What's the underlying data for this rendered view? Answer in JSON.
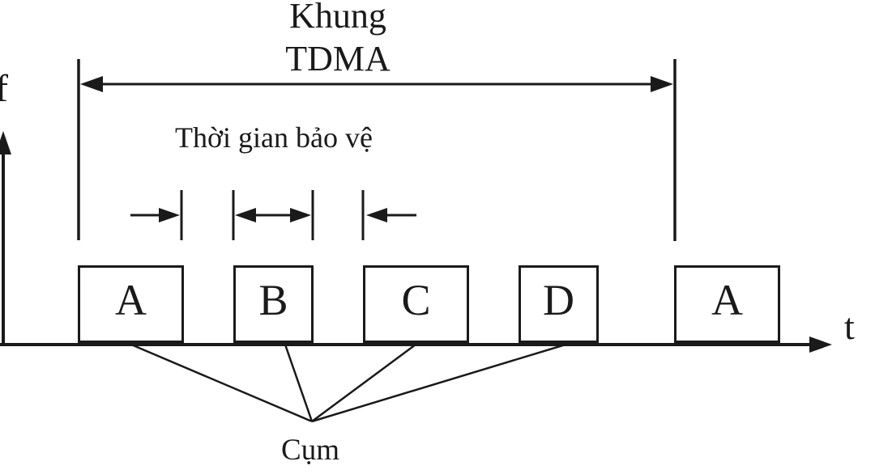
{
  "figure": {
    "title": "Khung\nTDMA",
    "y_axis_label": "f",
    "x_axis_label": "t",
    "guard_time_label": "Thời gian bảo vệ",
    "burst_label": "Cụm",
    "slots": [
      {
        "label": "A"
      },
      {
        "label": "B"
      },
      {
        "label": "C"
      },
      {
        "label": "D"
      },
      {
        "label": "A"
      }
    ],
    "colors": {
      "ink": "#1a1a1a",
      "background": "#ffffff"
    }
  }
}
